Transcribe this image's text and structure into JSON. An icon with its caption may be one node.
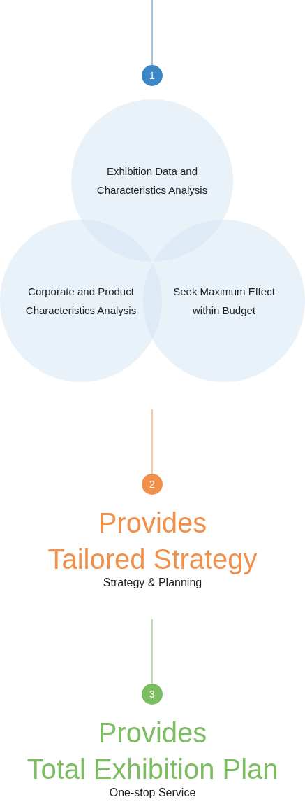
{
  "diagram": {
    "nodes": [
      {
        "text": [
          "1"
        ]
      },
      {
        "text": [
          "Exhibition Data and Characteristics Analysis"
        ]
      },
      {
        "text": [
          "Corporate and Product Characteristics Analysis"
        ]
      },
      {
        "text": [
          "Seek Maximum Effect within Budget"
        ]
      },
      {
        "text": [
          "2"
        ],
        "beside": [
          "Provides Tailored Strategy",
          "Strategy & Planning"
        ]
      },
      {
        "text": [
          "3"
        ],
        "beside": [
          "Provides Total Exhibition Plan",
          "One-stop Service"
        ]
      }
    ],
    "edges": [
      {
        "from": null,
        "to": 0,
        "arrow": "none",
        "color": "#3d86c6"
      },
      {
        "from": null,
        "to": 4,
        "arrow": "none",
        "color": "#f0904a"
      },
      {
        "from": null,
        "to": 5,
        "arrow": "none",
        "color": "#7dbd62"
      }
    ]
  }
}
